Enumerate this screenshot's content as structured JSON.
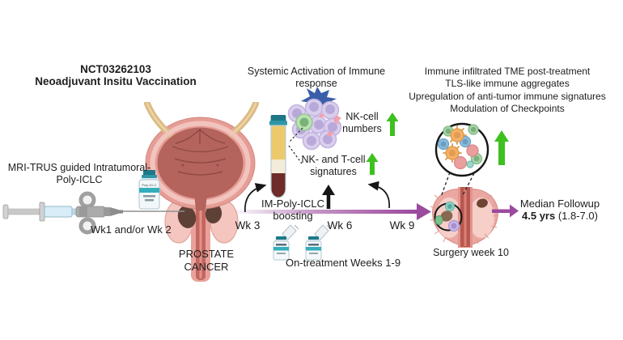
{
  "title": {
    "line1": "NCT03262103",
    "line2": "Neoadjuvant Insitu Vaccination"
  },
  "left_arm": {
    "label_line1": "MRI-TRUS guided Intratumoral-",
    "label_line2": "Poly-ICLC",
    "vial_text": "Poly-ICLC",
    "timing": "Wk1 and/or Wk 2"
  },
  "prostate": {
    "label_line1": "PROSTATE",
    "label_line2": "CANCER"
  },
  "systemic": {
    "heading_line1": "Systemic Activation of Immune",
    "heading_line2": "response",
    "nk_numbers_line1": "NK-cell",
    "nk_numbers_line2": "numbers",
    "nk_sig_line1": "NK- and T-cell",
    "nk_sig_line2": "signatures"
  },
  "timeline": {
    "boost_line1": "IM-Poly-ICLC",
    "boost_line2": "boosting",
    "wk3": "Wk 3",
    "wk6": "Wk 6",
    "wk9": "Wk 9",
    "on_treatment": "On-treatment Weeks 1-9"
  },
  "outcomes": {
    "line1": "Immune infiltrated TME post-treatment",
    "line2": "TLS-like immune aggregates",
    "line3": "Upregulation of anti-tumor immune signatures",
    "line4": "Modulation of Checkpoints",
    "surgery": "Surgery week 10",
    "followup_label": "Median Followup",
    "followup_value": "4.5 yrs",
    "followup_range": " (1.8-7.0)"
  },
  "colors": {
    "timeline_purple": "#9b4a9e",
    "increase_green": "#3ec01f",
    "bladder_wall": "#e69d96",
    "bladder_inner": "#b4635d",
    "tumor_brown": "#5d4036",
    "vial_teal": "#1d7888",
    "plasma_yellow": "#ecc96c",
    "blood_red": "#6e2b28"
  }
}
